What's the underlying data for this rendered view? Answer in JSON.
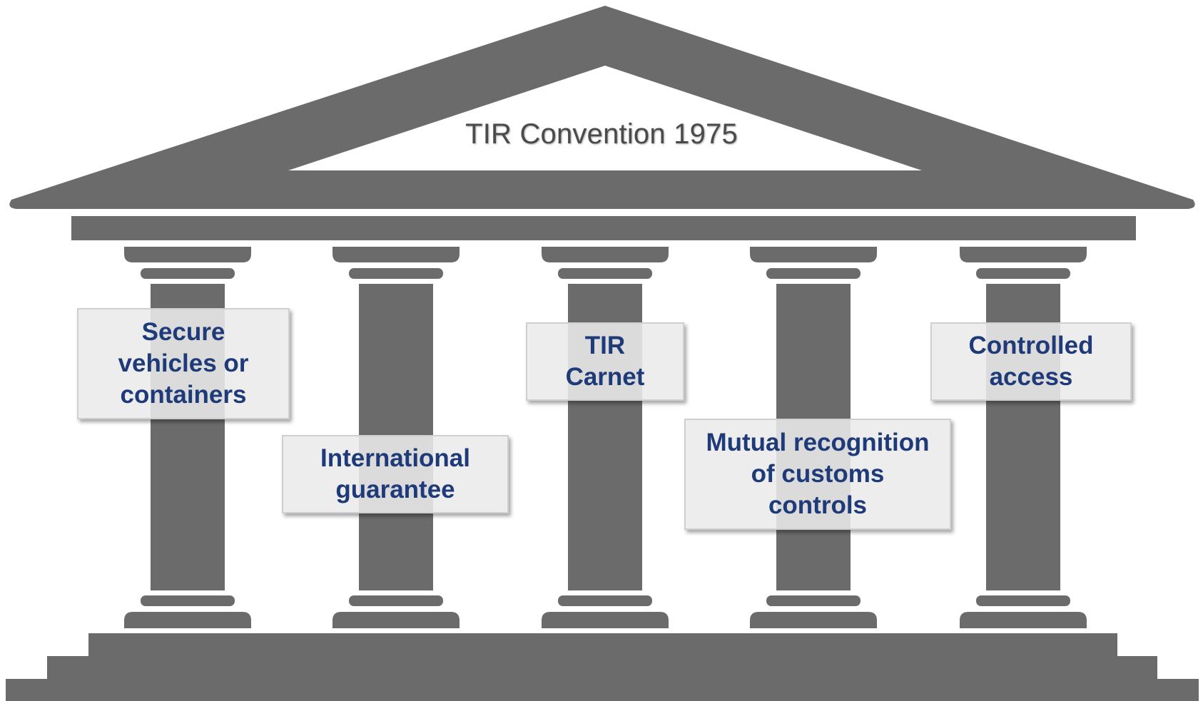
{
  "diagram": {
    "title": "TIR Convention 1975",
    "pillars": [
      {
        "label": "Secure\nvehicles or\ncontainers"
      },
      {
        "label": "International\nguarantee"
      },
      {
        "label": "TIR\nCarnet"
      },
      {
        "label": "Mutual recognition\nof customs\ncontrols"
      },
      {
        "label": "Controlled\naccess"
      }
    ],
    "colors": {
      "structure": "#6b6b6b",
      "label_text": "#1f3a78",
      "label_background": "#ebebeb",
      "title_text": "#4a4a4a"
    }
  }
}
